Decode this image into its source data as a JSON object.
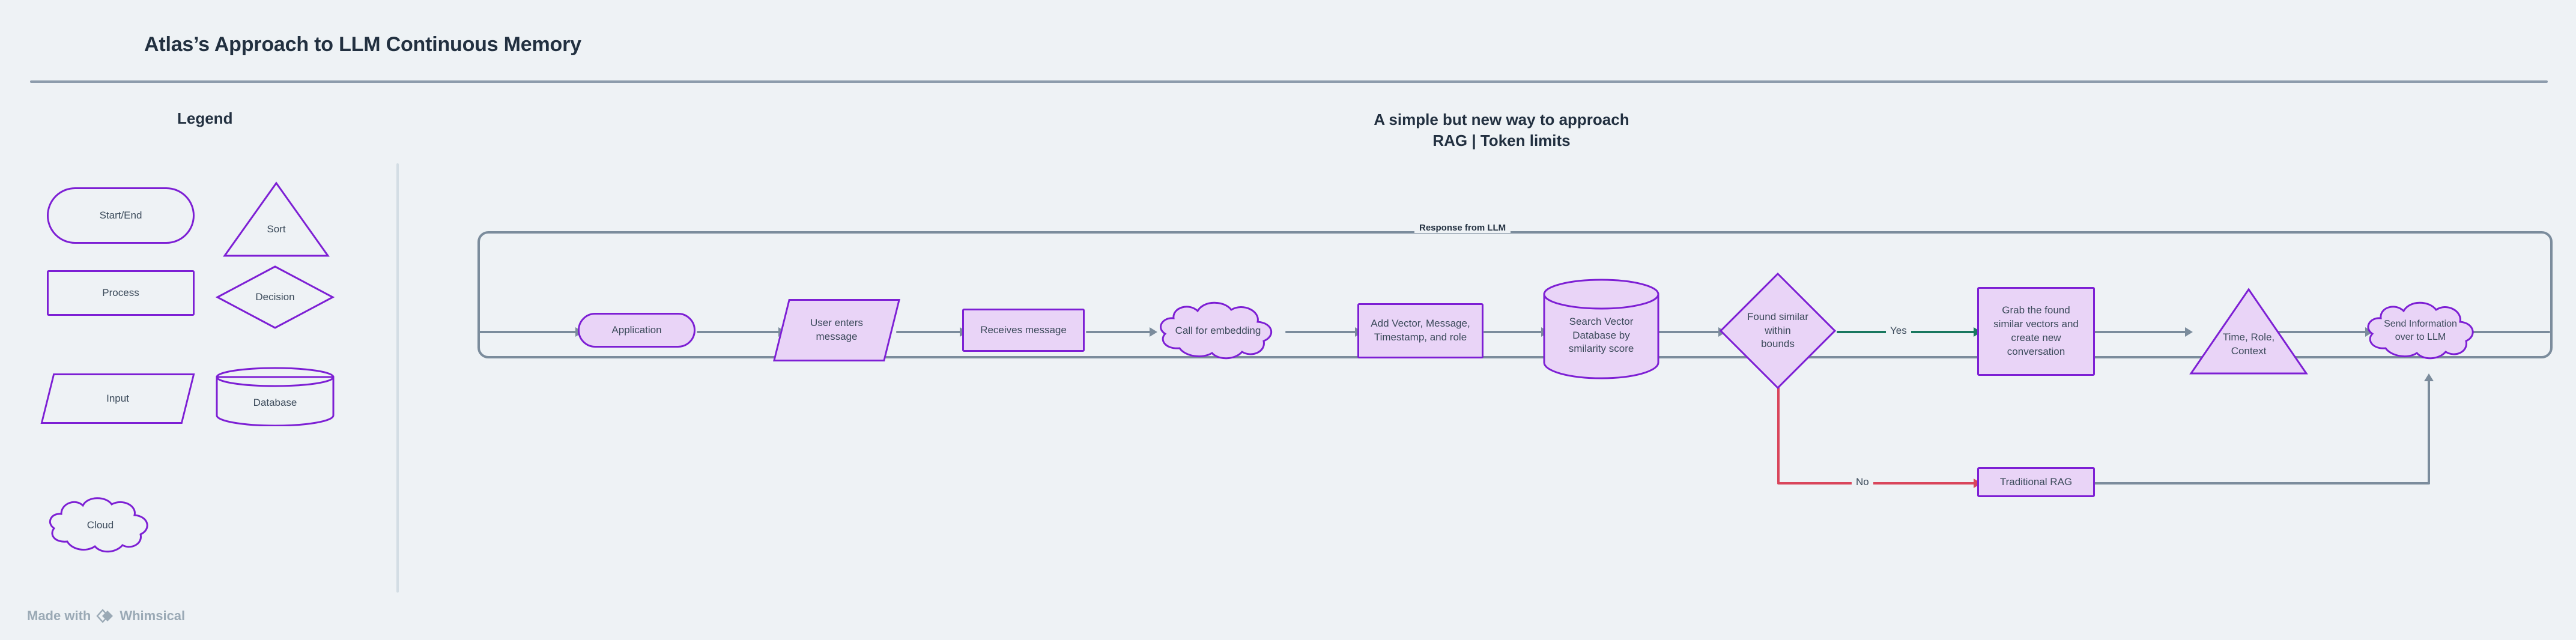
{
  "header": {
    "doc_title": "Atlas’s Approach to LLM Continuous Memory"
  },
  "legend": {
    "title": "Legend",
    "items": [
      {
        "label": "Start/End",
        "shape": "stadium"
      },
      {
        "label": "Sort",
        "shape": "triangle"
      },
      {
        "label": "Process",
        "shape": "rectangle"
      },
      {
        "label": "Decision",
        "shape": "diamond"
      },
      {
        "label": "Input",
        "shape": "parallelogram"
      },
      {
        "label": "Database",
        "shape": "cylinder"
      },
      {
        "label": "Cloud",
        "shape": "cloud"
      }
    ]
  },
  "diagram": {
    "title_line1": "A simple but new way to approach",
    "title_line2": "RAG | Token limits",
    "loop_label": "Response from LLM",
    "nodes": [
      {
        "id": "application",
        "label": "Application",
        "shape": "stadium"
      },
      {
        "id": "user-input",
        "label": "User enters\nmessage",
        "shape": "parallelogram"
      },
      {
        "id": "receives",
        "label": "Receives message",
        "shape": "rectangle"
      },
      {
        "id": "embedding",
        "label": "Call for embedding",
        "shape": "cloud"
      },
      {
        "id": "add-vector",
        "label": "Add Vector, Message,\nTimestamp, and role",
        "shape": "rectangle"
      },
      {
        "id": "search-db",
        "label": "Search Vector\nDatabase by\nsmilarity score",
        "shape": "cylinder"
      },
      {
        "id": "decision",
        "label": "Found similar\nwithin\nbounds",
        "shape": "diamond"
      },
      {
        "id": "grab-vectors",
        "label": "Grab the found\nsimilar vectors and\ncreate new\nconversation",
        "shape": "rectangle"
      },
      {
        "id": "time-role",
        "label": "Time, Role,\nContext",
        "shape": "triangle"
      },
      {
        "id": "send-llm",
        "label": "Send Information\nover to LLM",
        "shape": "cloud"
      },
      {
        "id": "traditional-rag",
        "label": "Traditional RAG",
        "shape": "rectangle"
      }
    ],
    "edge_labels": {
      "yes": "Yes",
      "no": "No"
    }
  },
  "footer": {
    "made_with": "Made with",
    "brand": "Whimsical"
  },
  "colors": {
    "background": "#eef2f5",
    "node_fill": "#e9d4f7",
    "node_stroke": "#7d1fd4",
    "connector": "#7b8c9c",
    "yes_branch": "#19785f",
    "no_branch": "#d9465b",
    "text": "#3b4a5a",
    "title_text": "#223040"
  }
}
